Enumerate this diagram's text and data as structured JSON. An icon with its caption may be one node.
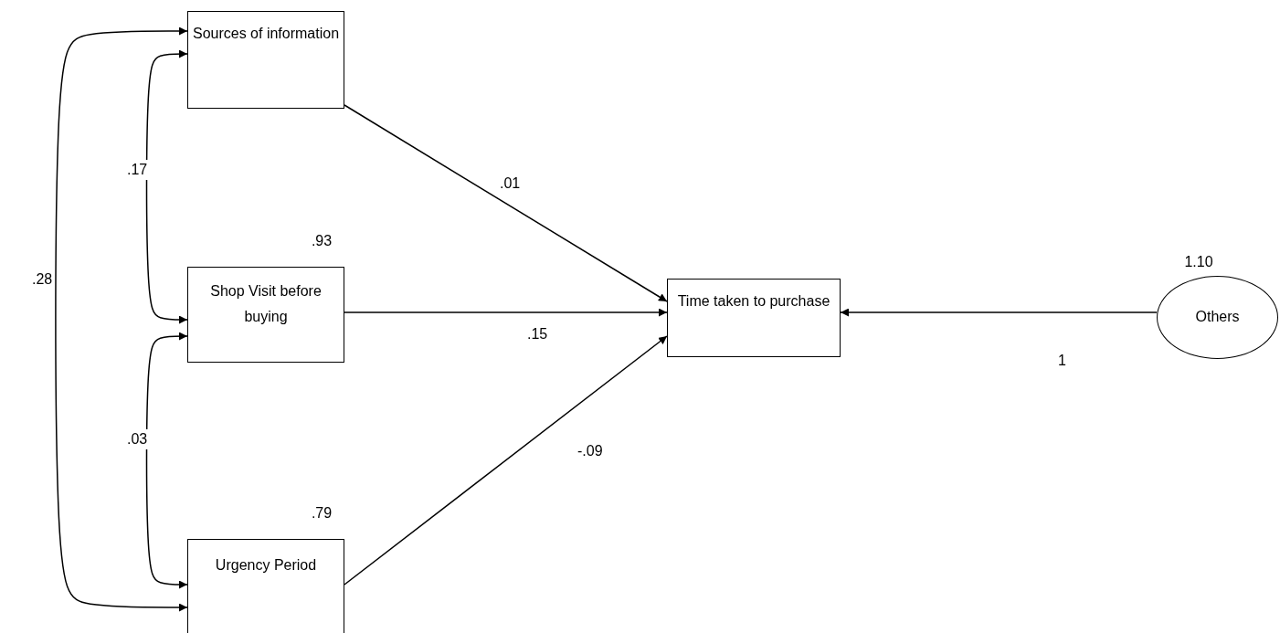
{
  "diagram": {
    "nodes": [
      {
        "text": [
          "Sources of information"
        ]
      },
      {
        "text": [
          "Shop Visit before buying"
        ],
        "beside": [
          ".93"
        ]
      },
      {
        "text": [
          "Urgency Period"
        ],
        "beside": [
          ".79"
        ]
      },
      {
        "text": [
          "Time taken to purchase"
        ]
      },
      {
        "text": [
          "Others"
        ],
        "beside": [
          "1.10"
        ]
      }
    ],
    "edges": [
      {
        "from": 0,
        "to": 3,
        "arrow": "to",
        "label": ".01"
      },
      {
        "from": 1,
        "to": 3,
        "arrow": "to",
        "label": ".15"
      },
      {
        "from": 2,
        "to": 3,
        "arrow": "to",
        "label": "-.09"
      },
      {
        "from": 4,
        "to": 3,
        "arrow": "to",
        "label": "1"
      },
      {
        "from": 0,
        "to": 1,
        "arrow": "both",
        "label": ".17"
      },
      {
        "from": 1,
        "to": 2,
        "arrow": "both",
        "label": ".03"
      },
      {
        "from": 0,
        "to": 2,
        "arrow": "both",
        "label": ".28"
      }
    ]
  }
}
